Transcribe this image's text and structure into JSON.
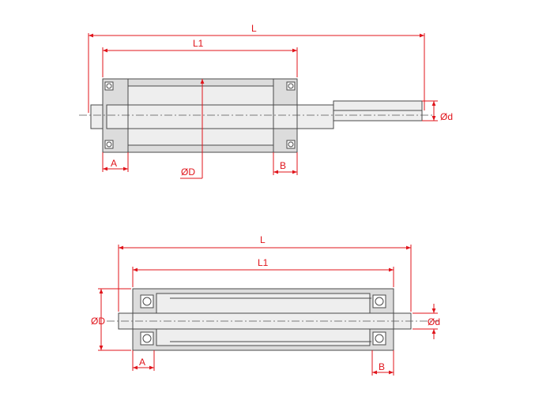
{
  "colors": {
    "dimension": "#e0141b",
    "part_outline": "#4a4a4a",
    "part_fill": "#dcdcdc"
  },
  "top_drawing": {
    "labels": {
      "L": "L",
      "L1": "L1",
      "A": "A",
      "B": "B",
      "OD": "ØD",
      "od": "Ød"
    }
  },
  "bottom_drawing": {
    "labels": {
      "L": "L",
      "L1": "L1",
      "A": "A",
      "B": "B",
      "OD": "ØD",
      "od": "Ød"
    }
  }
}
